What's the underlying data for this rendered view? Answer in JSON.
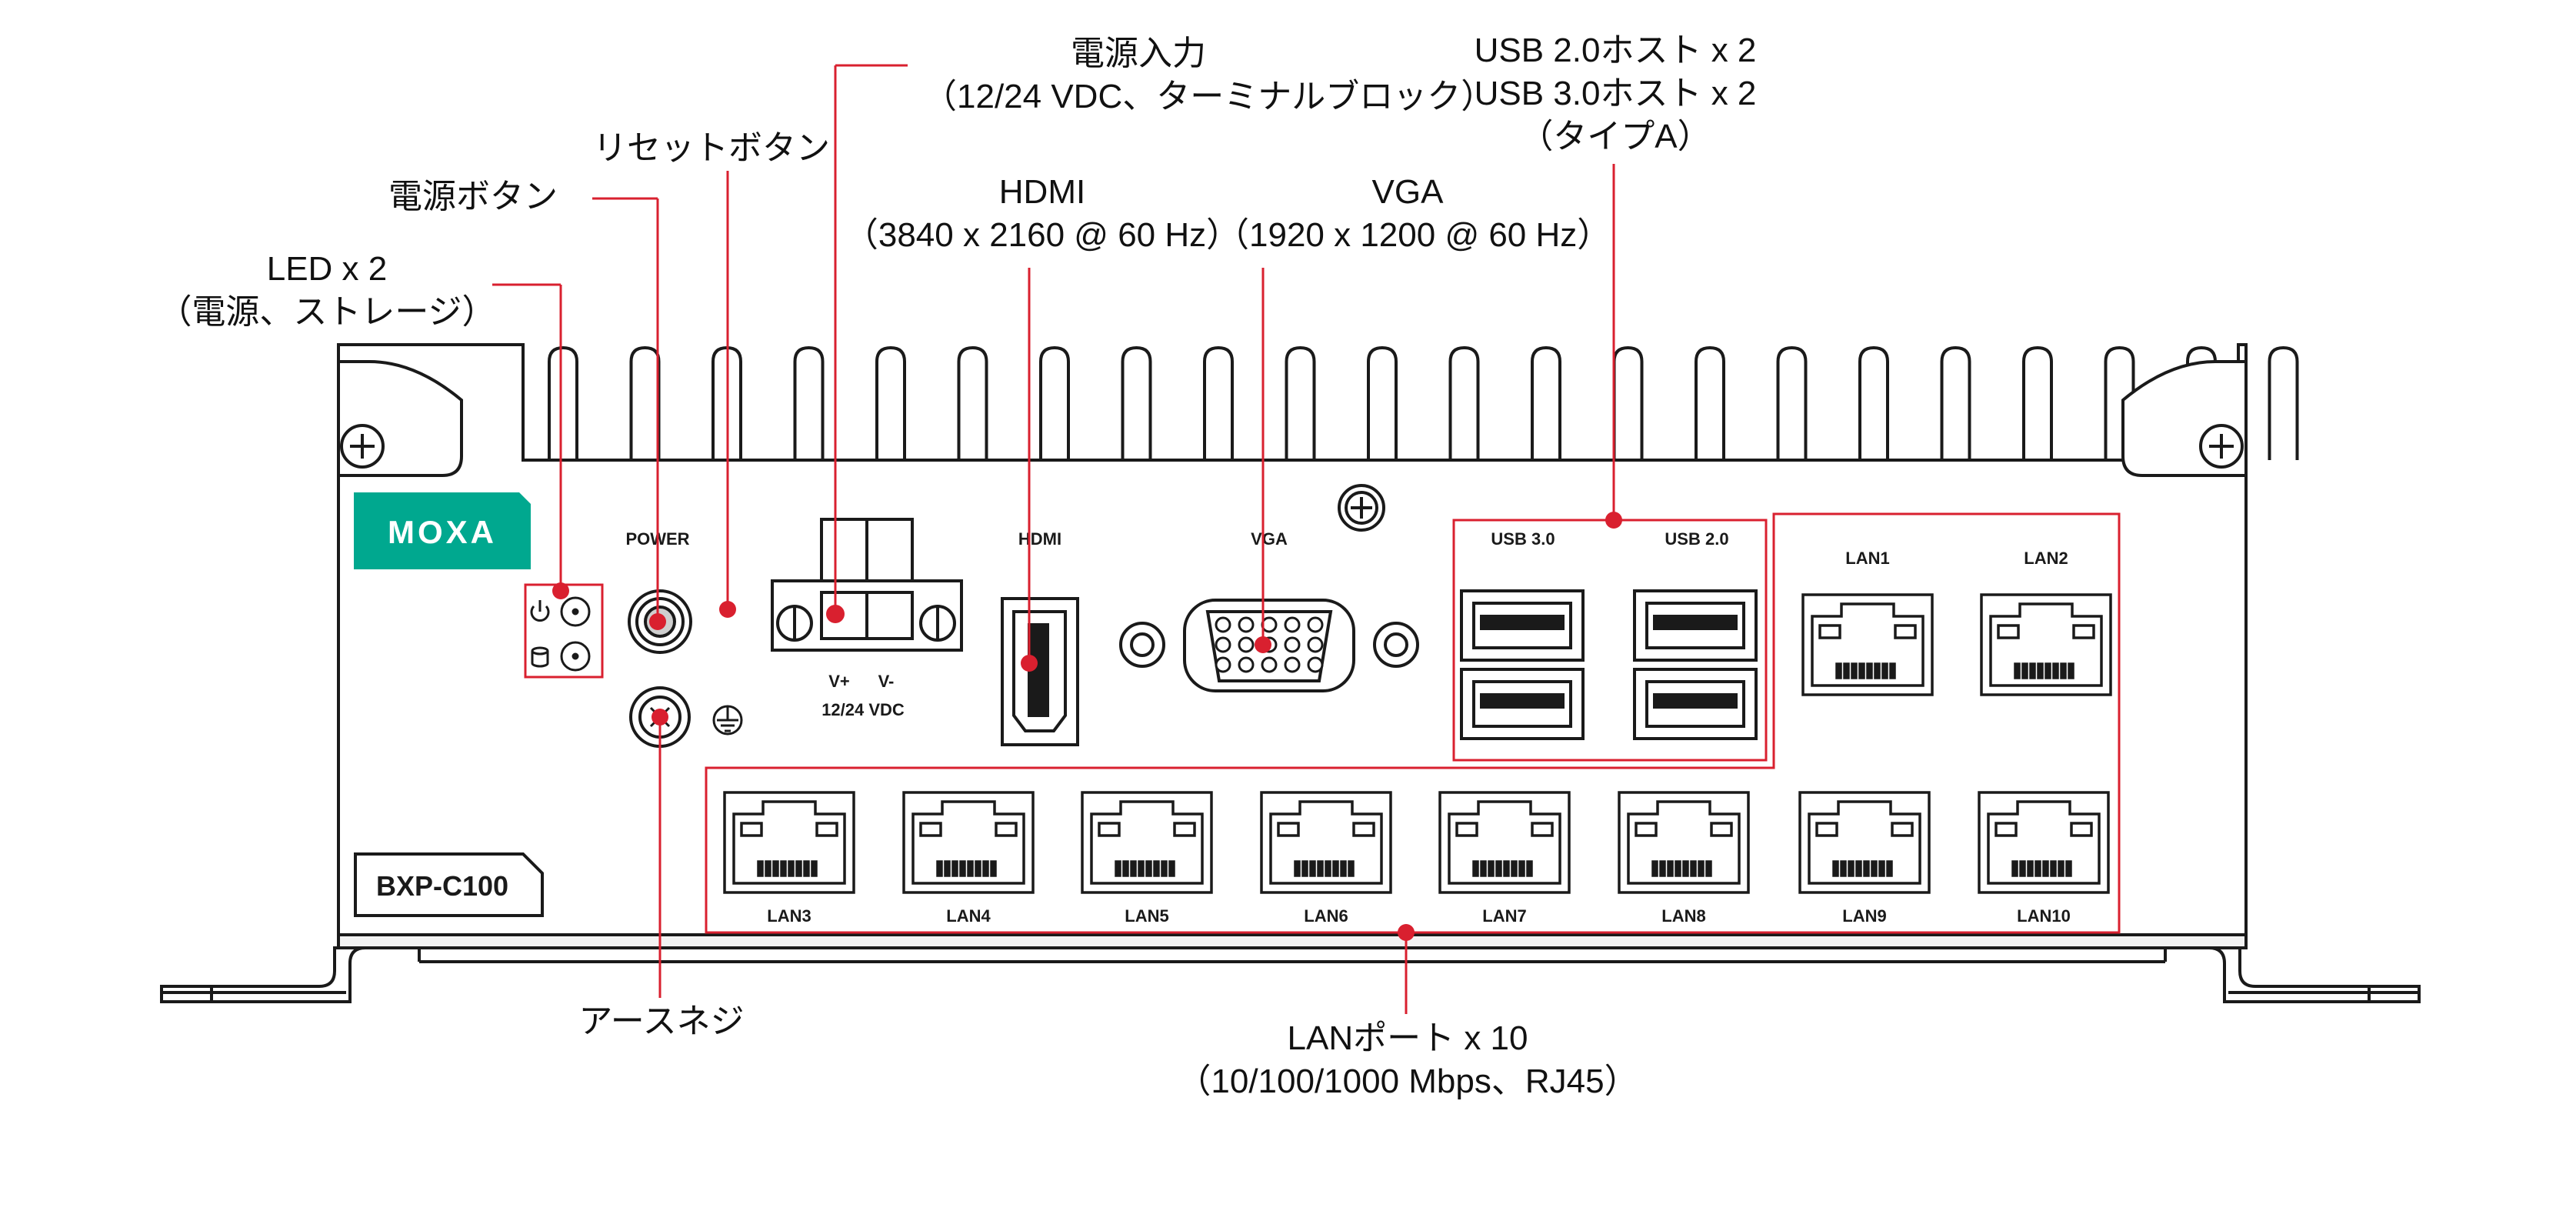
{
  "colors": {
    "callout_line": "#d9202f",
    "logo_bg": "#00a88f",
    "body_stroke": "#1a1a1a"
  },
  "callouts": {
    "power_input": {
      "line1": "電源入力",
      "line2": "（12/24 VDC、ターミナルブロック）"
    },
    "usb": {
      "line1": "USB 2.0ホスト x 2",
      "line2": "USB 3.0ホスト x 2",
      "line3": "（タイプA）"
    },
    "reset": {
      "line1": "リセットボタン"
    },
    "hdmi": {
      "line1": "HDMI",
      "line2": "（3840 x 2160 @ 60 Hz）"
    },
    "vga": {
      "line1": "VGA",
      "line2": "（1920 x 1200 @ 60 Hz）"
    },
    "power_button": {
      "line1": "電源ボタン"
    },
    "led": {
      "line1": "LED x 2",
      "line2": "（電源、ストレージ）"
    },
    "ground": {
      "line1": "アースネジ"
    },
    "lan": {
      "line1": "LANポート x 10",
      "line2": "（10/100/1000 Mbps、RJ45）"
    }
  },
  "panel": {
    "logo": "MOXA",
    "model": "BXP-C100",
    "power_label": "POWER",
    "hdmi_label": "HDMI",
    "vga_label": "VGA",
    "usb30_label": "USB 3.0",
    "usb20_label": "USB 2.0",
    "vplus": "V+",
    "vminus": "V-",
    "vdc": "12/24 VDC",
    "lan_labels": [
      "LAN1",
      "LAN2",
      "LAN3",
      "LAN4",
      "LAN5",
      "LAN6",
      "LAN7",
      "LAN8",
      "LAN9",
      "LAN10"
    ]
  }
}
